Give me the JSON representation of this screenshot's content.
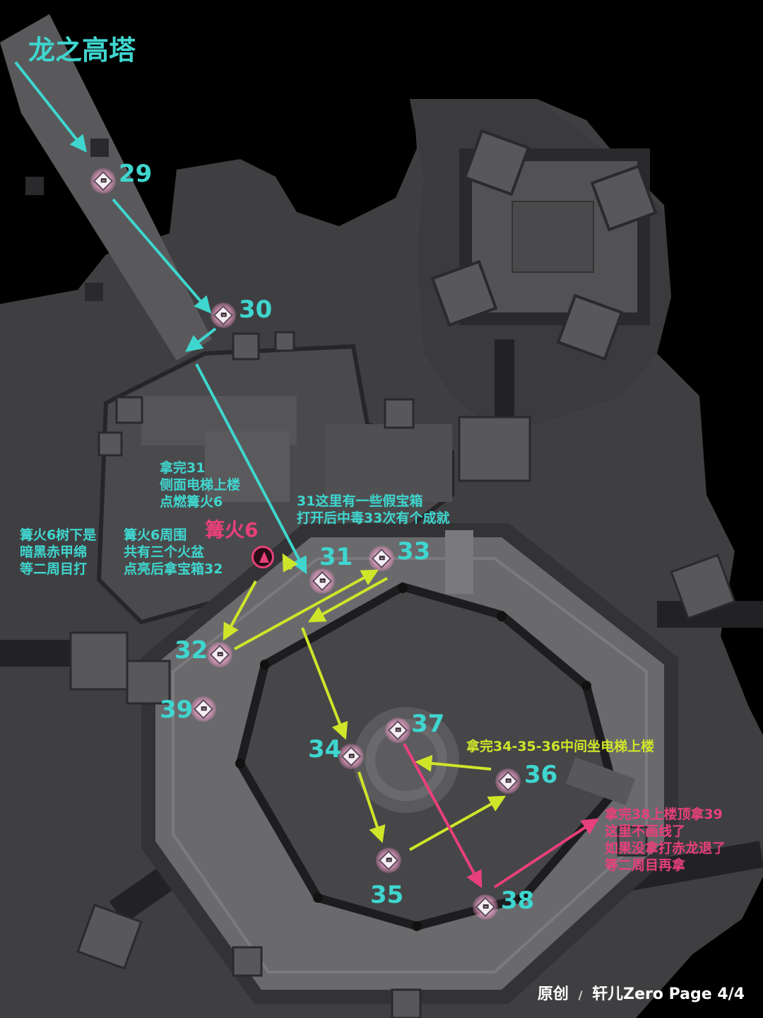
{
  "map": {
    "title": "龙之高塔",
    "points": [
      {
        "id": "29",
        "label": "29"
      },
      {
        "id": "30",
        "label": "30"
      },
      {
        "id": "31",
        "label": "31"
      },
      {
        "id": "32",
        "label": "32"
      },
      {
        "id": "33",
        "label": "33"
      },
      {
        "id": "34",
        "label": "34"
      },
      {
        "id": "35",
        "label": "35"
      },
      {
        "id": "36",
        "label": "36"
      },
      {
        "id": "37",
        "label": "37"
      },
      {
        "id": "38",
        "label": "38"
      },
      {
        "id": "39",
        "label": "39"
      }
    ],
    "bonfire": {
      "label": "篝火6",
      "icon": "bonfire-icon"
    },
    "notes": {
      "after31": [
        "拿完31",
        "侧面电梯上楼",
        "点燃篝火6"
      ],
      "fake_chests": [
        "31这里有一些假宝箱",
        "打开后中毒33次有个成就"
      ],
      "tree": [
        "篝火6树下是",
        "暗黑赤甲绵",
        "等二周目打"
      ],
      "fire_pots": [
        "篝火6周围",
        "共有三个火盆",
        "点亮后拿宝箱32"
      ],
      "center": [
        "拿完34-35-36中间坐电梯上楼"
      ],
      "after38": [
        "拿完38上楼顶拿39",
        "这里不画线了",
        "如果没拿打赤龙退了",
        "等二周目再拿"
      ]
    },
    "colors": {
      "cyan": "#3fd6cf",
      "yellow": "#cfe52a",
      "pink": "#e8407a"
    },
    "footer": {
      "original": "原创",
      "separator": "/",
      "author": "轩儿Zero",
      "page": "Page 4/4"
    }
  }
}
